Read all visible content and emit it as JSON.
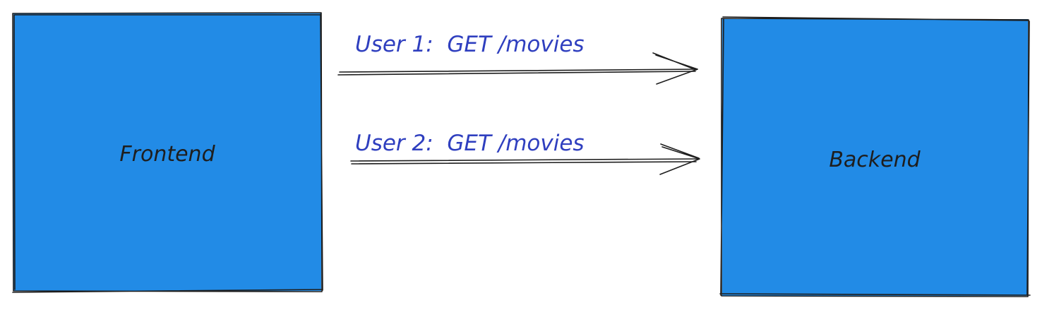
{
  "colors": {
    "box_fill": "#228be6",
    "stroke": "#1e1e1e",
    "edge_label": "#2f3fbf",
    "background": "#ffffff"
  },
  "nodes": {
    "frontend": {
      "label": "Frontend"
    },
    "backend": {
      "label": "Backend"
    }
  },
  "edges": [
    {
      "from": "frontend",
      "to": "backend",
      "label": "User 1:  GET /movies"
    },
    {
      "from": "frontend",
      "to": "backend",
      "label": "User 2:  GET /movies"
    }
  ]
}
